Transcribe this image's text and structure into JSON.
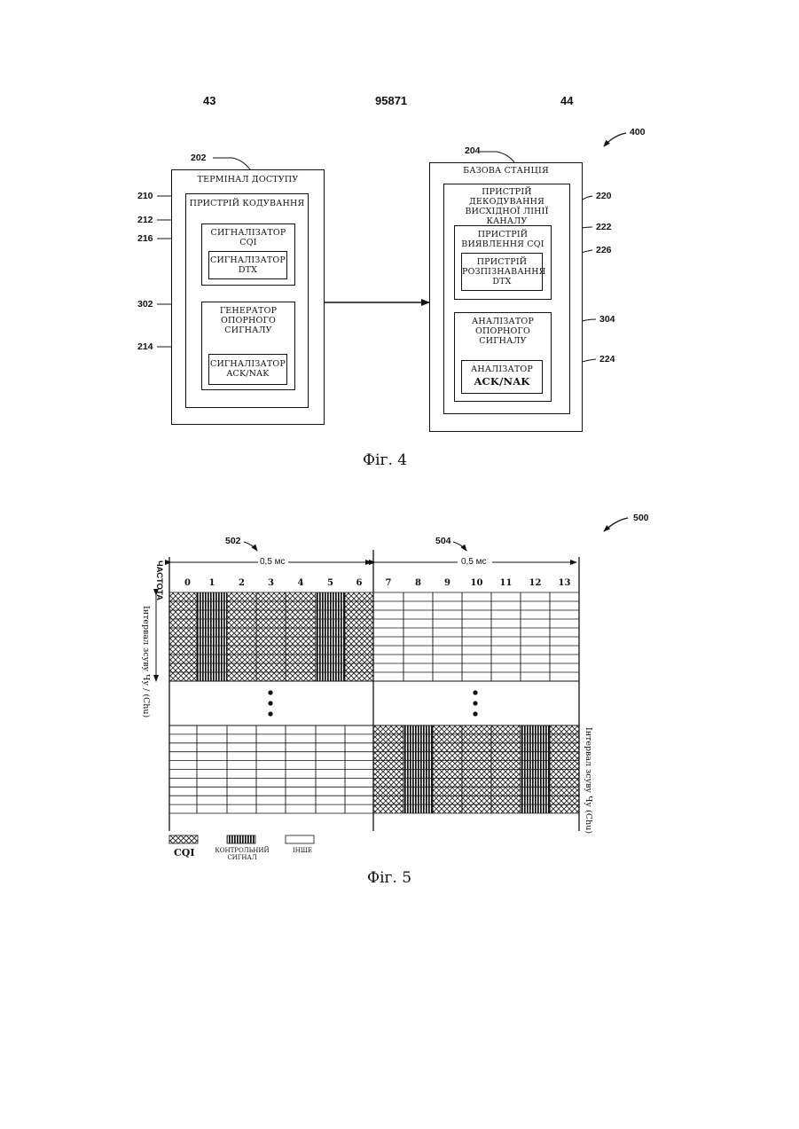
{
  "header": {
    "left": "43",
    "center": "95871",
    "right": "44"
  },
  "fig4": {
    "ref_400": "400",
    "access_terminal": {
      "ref": "202",
      "label": "ТЕРМІНАЛ ДОСТУПУ"
    },
    "encoder": {
      "ref": "210",
      "label": "ПРИСТРІЙ КОДУВАННЯ"
    },
    "cqi_signaler": {
      "ref": "212",
      "label": "СИГНАЛІЗАТОР CQI"
    },
    "dtx_signaler": {
      "ref": "216",
      "label": "СИГНАЛІЗАТОР\nDTX"
    },
    "ref_generator": {
      "ref": "302",
      "label": "ГЕНЕРАТОР\nОПОРНОГО\nСИГНАЛУ"
    },
    "acknak_signaler": {
      "ref": "214",
      "label": "СИГНАЛІЗАТОР\nACK/NAK"
    },
    "base_station": {
      "ref": "204",
      "label": "БАЗОВА СТАНЦІЯ"
    },
    "uplink_decoder": {
      "ref": "220",
      "label": "ПРИСТРІЙ ДЕКОДУВАННЯ\nВИСХІДНОЇ ЛІНІЇ КАНАЛУ"
    },
    "cqi_detector": {
      "ref": "222",
      "label": "ПРИСТРІЙ\nВИЯВЛЕННЯ CQI"
    },
    "dtx_recognizer": {
      "ref": "226",
      "label": "ПРИСТРІЙ\nРОЗПІЗНАВАННЯ\nDTX"
    },
    "ref_analyzer": {
      "ref": "304",
      "label": "АНАЛІЗАТОР\nОПОРНОГО\nСИГНАЛУ"
    },
    "acknak_analyzer": {
      "ref": "224",
      "label": "АНАЛІЗАТОР",
      "label2": "ACK/NAK"
    },
    "caption": "Фіг. 4"
  },
  "fig5": {
    "ref_500": "500",
    "ref_502": "502",
    "ref_504": "504",
    "duration_label": "0,5 мс",
    "freq_axis": "ЧАСТОТА",
    "shift_interval_left": "Інтервал зсуву Чу / (Chu)",
    "shift_interval_right": "Інтервал зсуву Чу (Chu)",
    "symbols": [
      "0",
      "1",
      "2",
      "3",
      "4",
      "5",
      "6",
      "7",
      "8",
      "9",
      "10",
      "11",
      "12",
      "13"
    ],
    "legend": {
      "cqi": "CQI",
      "control": "КОНТРОЛЬНИЙ\nСИГНАЛ",
      "other": "ІНШЕ"
    },
    "top_band": {
      "slot_502": [
        "cqi",
        "control",
        "cqi",
        "cqi",
        "cqi",
        "control",
        "cqi"
      ],
      "slot_504": [
        "other",
        "other",
        "other",
        "other",
        "other",
        "other",
        "other"
      ]
    },
    "bottom_band": {
      "slot_502": [
        "other",
        "other",
        "other",
        "other",
        "other",
        "other",
        "other"
      ],
      "slot_504": [
        "cqi",
        "control",
        "cqi",
        "cqi",
        "cqi",
        "control",
        "cqi"
      ]
    },
    "caption": "Фіг. 5"
  }
}
